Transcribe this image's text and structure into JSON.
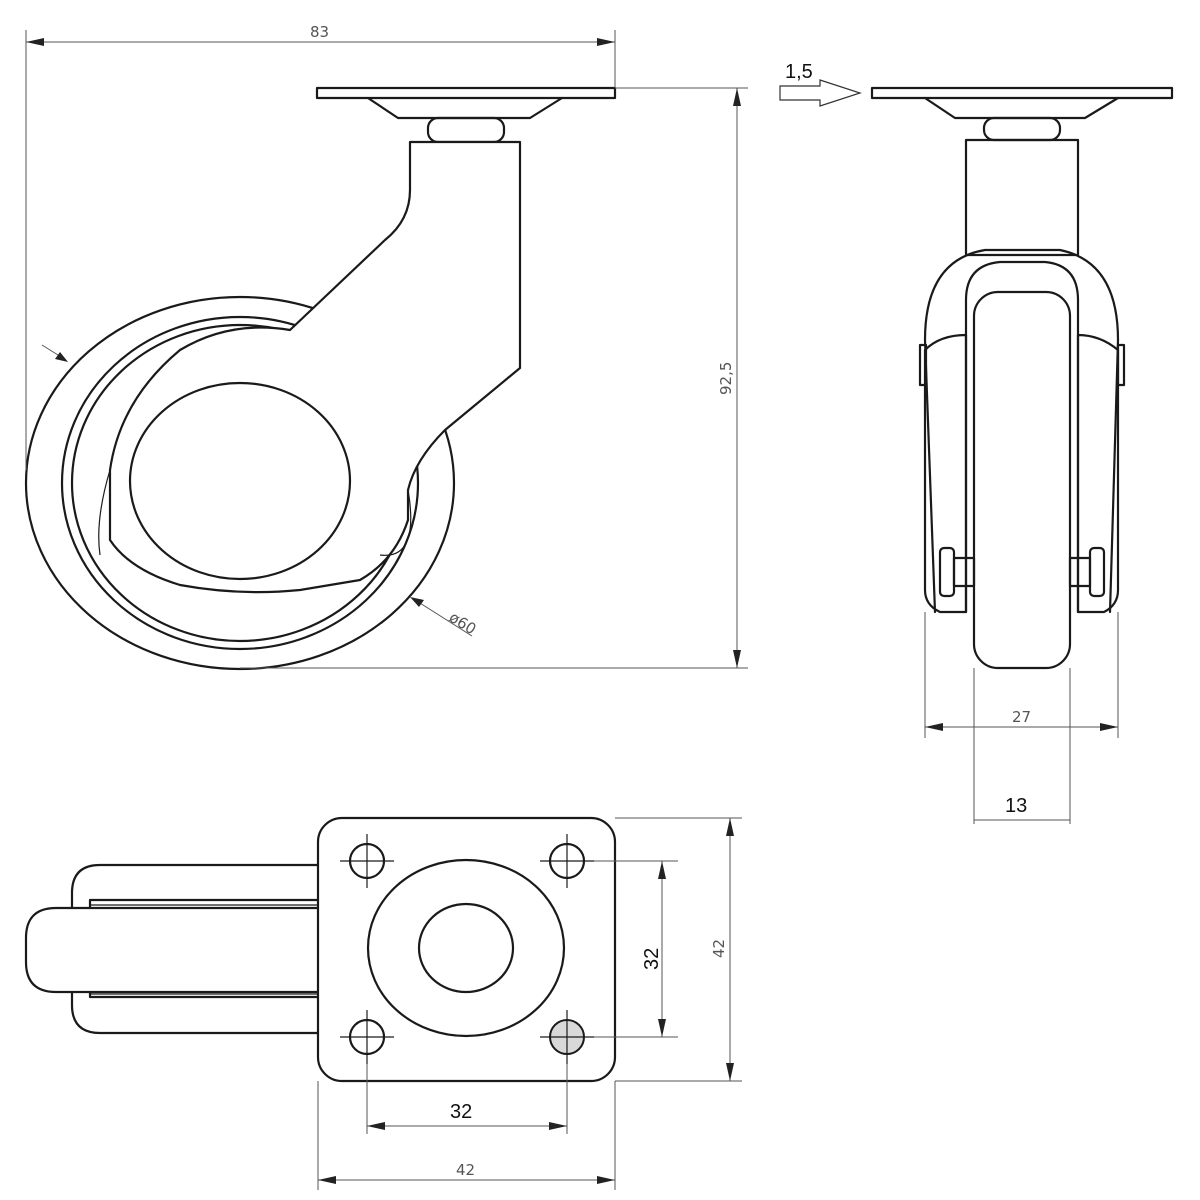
{
  "dimensions": {
    "overall_width": "83",
    "overall_height": "92,5",
    "wheel_diameter": "ø60",
    "plate_offset": "1,5",
    "bracket_width": "27",
    "wheel_width": "13",
    "hole_spacing_vertical": "32",
    "hole_spacing_horizontal": "32",
    "plate_height": "42",
    "plate_width": "42"
  }
}
